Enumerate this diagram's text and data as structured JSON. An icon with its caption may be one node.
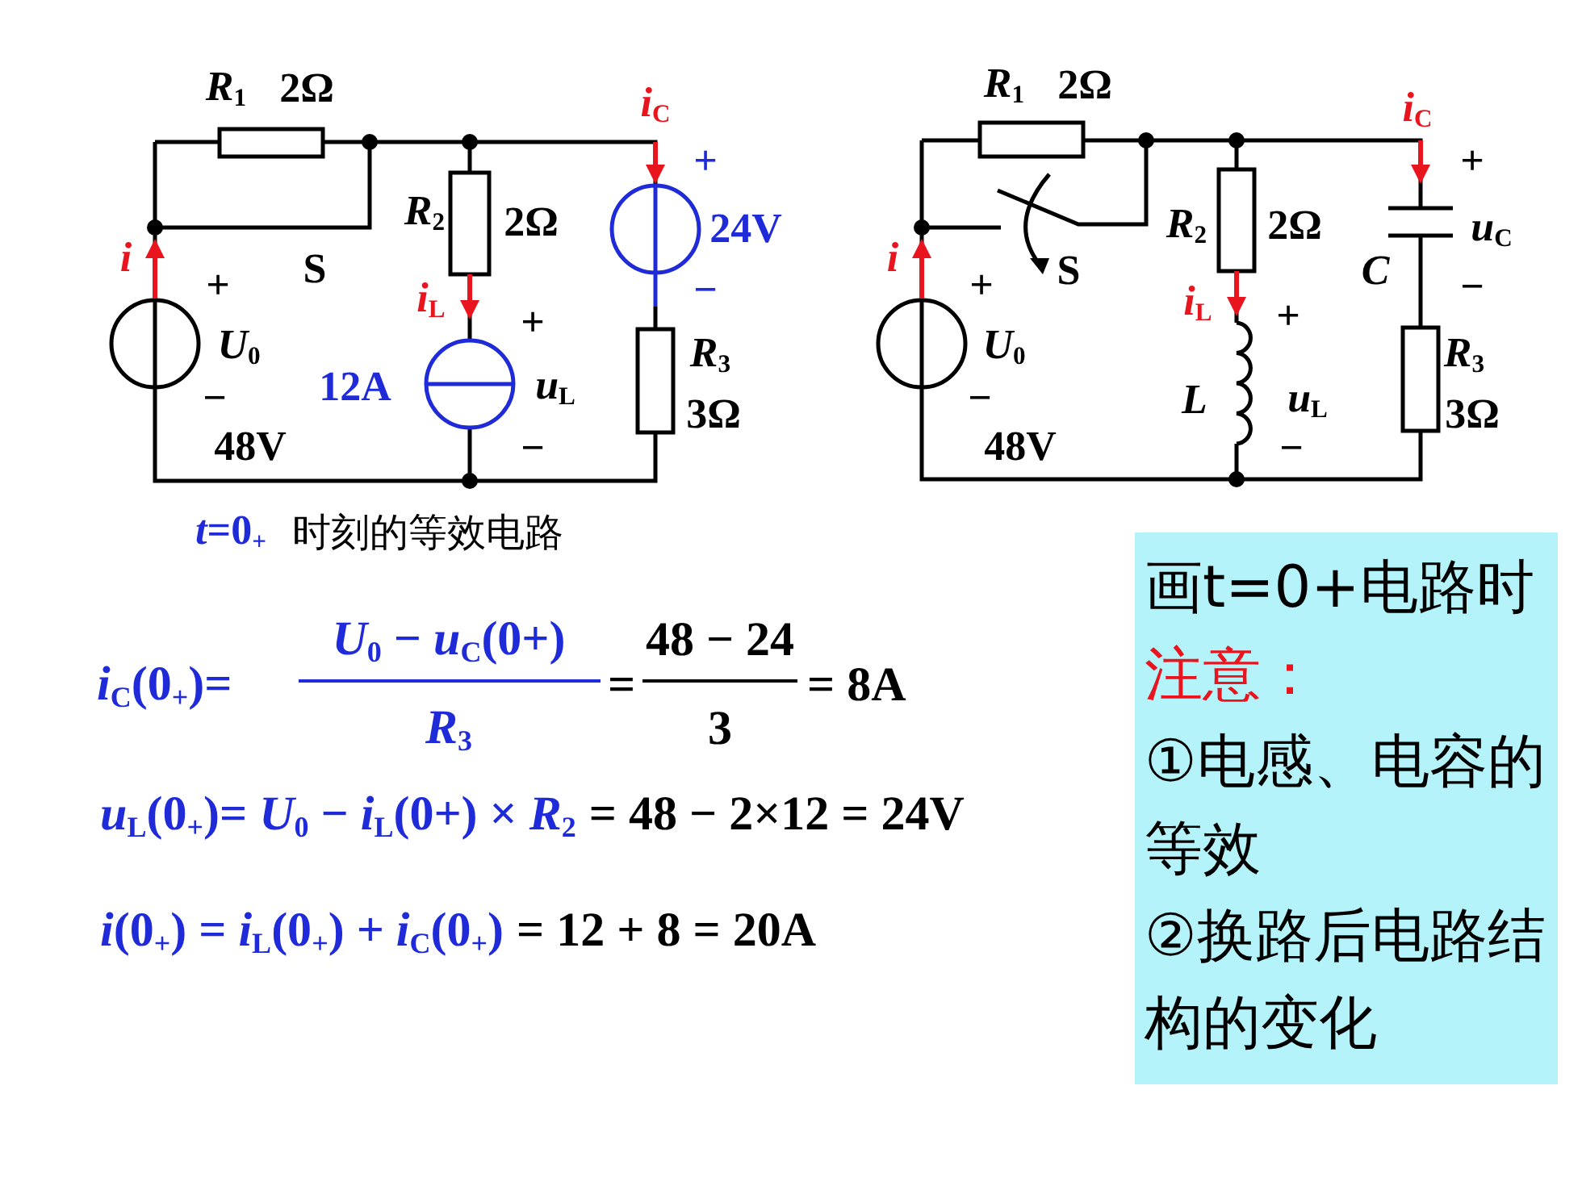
{
  "diagram": {
    "nodes": [
      {
        "text": [
          "画t=0+电路时",
          "注意：",
          "①电感、电容的等效",
          "②换路后电路结构的变化"
        ]
      }
    ],
    "labels": [
      "*R*$_{1}$",
      "2Ω",
      "*i*$_{C}$",
      "+",
      "*R*$_{2}$",
      "2Ω",
      "24V",
      "*i*",
      "S",
      "+",
      "−",
      "*i*$_{L}$",
      "+",
      "*U*$_{0}$",
      "12A",
      "*u*$_{L}$",
      "*R*$_{3}$",
      "3Ω",
      "−",
      "48V",
      "−",
      "*R*$_{1}$",
      "2Ω",
      "*i*$_{C}$",
      "+",
      "*R*$_{2}$",
      "2Ω",
      "*u*$_{C}$",
      "*i*",
      "S",
      "*C*",
      "+",
      "−",
      "*i*$_{L}$",
      "+",
      "*U*$_{0}$",
      "*L*",
      "*u*$_{L}$",
      "*R*$_{3}$",
      "3Ω",
      "−",
      "48V",
      "−",
      "*t*=0$_{+}$",
      "时刻的等效电路",
      "*i*$_{C}$(0$_{+}$)=",
      "*U*$_{0}$ − *u*$_{C}$(0+)",
      "*R*$_{3}$",
      "=",
      "48 − 24",
      "3",
      "= 8A",
      "*u*$_{L}$(0$_{+}$)= *U*$_{0}$ − *i*$_{L}$(0+) × *R*$_{2}$",
      "= 48 − 2×12 = 24V",
      "*i*(0$_{+}$) = *i*$_{L}$(0$_{+}$) + *i*$_{C}$(0$_{+}$)",
      "= 12 + 8 = 20A"
    ]
  }
}
